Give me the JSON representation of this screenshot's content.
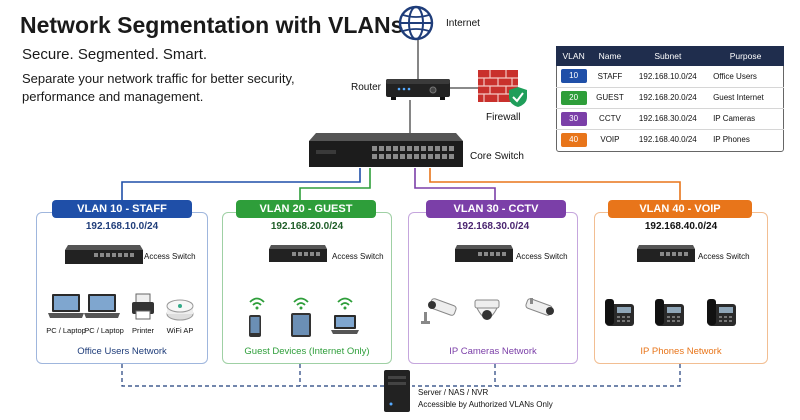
{
  "header": {
    "title": "Network Segmentation with VLANs",
    "subtitle": "Secure. Segmented. Smart.",
    "description": "Separate your network traffic for better security, performance and management."
  },
  "topology": {
    "internet_label": "Internet",
    "router_label": "Router",
    "firewall_label": "Firewall",
    "core_switch_label": "Core Switch"
  },
  "vlan_table": {
    "headers": [
      "VLAN",
      "Name",
      "Subnet",
      "Purpose"
    ],
    "rows": [
      {
        "vlan": "10",
        "name": "STAFF",
        "subnet": "192.168.10.0/24",
        "purpose": "Office Users",
        "color": "#1f4fa8"
      },
      {
        "vlan": "20",
        "name": "GUEST",
        "subnet": "192.168.20.0/24",
        "purpose": "Guest Internet",
        "color": "#2e9e3a"
      },
      {
        "vlan": "30",
        "name": "CCTV",
        "subnet": "192.168.30.0/24",
        "purpose": "IP Cameras",
        "color": "#7b3fa8"
      },
      {
        "vlan": "40",
        "name": "VOIP",
        "subnet": "192.168.40.0/24",
        "purpose": "IP Phones",
        "color": "#e8751a"
      }
    ]
  },
  "vlans": [
    {
      "header": "VLAN 10 - STAFF",
      "subnet": "192.168.10.0/24",
      "switch_label": "Access Switch",
      "devices": [
        "PC / Laptop",
        "PC / Laptop",
        "Printer",
        "WiFi AP"
      ],
      "footer": "Office Users Network",
      "color": "#1f4fa8"
    },
    {
      "header": "VLAN 20 - GUEST",
      "subnet": "192.168.20.0/24",
      "switch_label": "Access Switch",
      "footer": "Guest Devices (Internet Only)",
      "color": "#2e9e3a"
    },
    {
      "header": "VLAN 30 - CCTV",
      "subnet": "192.168.30.0/24",
      "switch_label": "Access Switch",
      "footer": "IP Cameras Network",
      "color": "#7b3fa8"
    },
    {
      "header": "VLAN 40 - VOIP",
      "subnet": "192.168.40.0/24",
      "switch_label": "Access Switch",
      "footer": "IP Phones Network",
      "color": "#e8751a"
    }
  ],
  "server": {
    "label": "Server / NAS / NVR",
    "note": "Accessible by Authorized VLANs Only"
  },
  "icons": [
    "globe-icon",
    "router-icon",
    "firewall-icon",
    "shield-icon",
    "core-switch-icon",
    "access-switch-icon",
    "laptop-icon",
    "printer-icon",
    "wifi-ap-icon",
    "wifi-icon",
    "phone-icon",
    "tablet-icon",
    "cctv-camera-icon",
    "dome-camera-icon",
    "ip-phone-icon",
    "server-icon"
  ]
}
